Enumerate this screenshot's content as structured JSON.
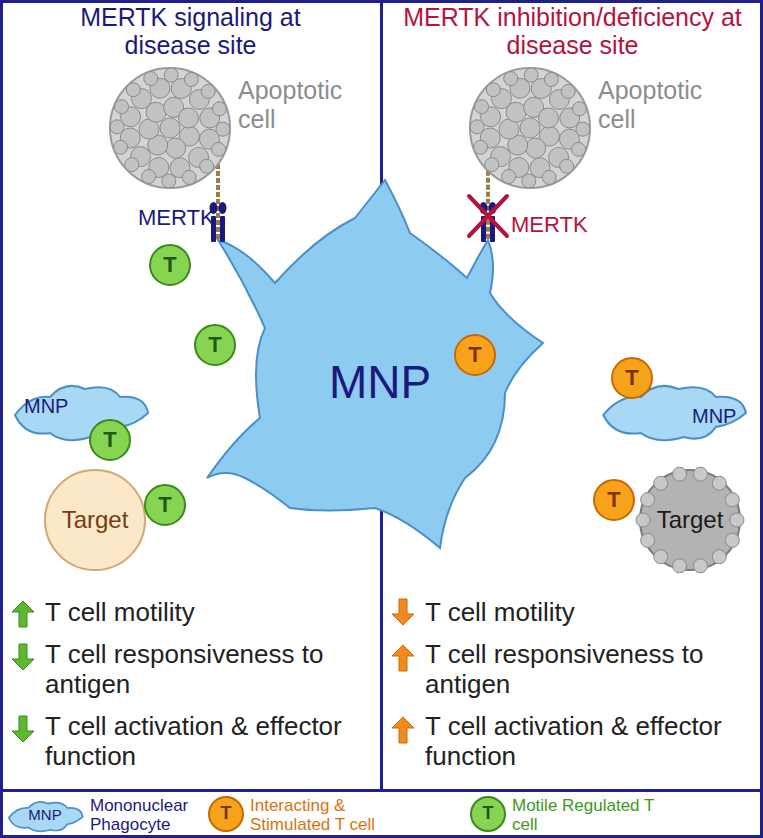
{
  "diagram": {
    "nodes": [
      {
        "text": [
          "MERTK signaling at disease site"
        ]
      },
      {
        "text": [
          "Apoptotic cell"
        ],
        "in": 0
      },
      {
        "text": [
          "MNP"
        ],
        "in": 0
      },
      {
        "text": [
          "T"
        ],
        "in": 0
      },
      {
        "text": [
          "T"
        ],
        "in": 0
      },
      {
        "text": [
          "T"
        ],
        "in": 0
      },
      {
        "text": [
          "Target"
        ],
        "in": 0
      },
      {
        "text": [
          "T"
        ],
        "in": 0
      },
      {
        "text": [
          "MNP"
        ]
      },
      {
        "text": [
          "MERTK inhibition/deficiency at disease site"
        ]
      },
      {
        "text": [
          "Apoptotic cell"
        ],
        "in": 9
      },
      {
        "text": [
          "T"
        ],
        "in": 9
      },
      {
        "text": [
          "MNP"
        ],
        "in": 9
      },
      {
        "text": [
          "T"
        ],
        "in": 9
      },
      {
        "text": [
          "Target"
        ],
        "in": 9
      },
      {
        "text": [
          "T"
        ],
        "in": 9
      }
    ],
    "edges": [
      {
        "from": 1,
        "to": 8,
        "arrow": "none"
      },
      {
        "from": 10,
        "to": 8,
        "arrow": "none"
      }
    ],
    "labels": [
      "MERTK",
      "T cell motility",
      "T cell responsiveness to antigen",
      "T cell activation & effector function",
      "MERTK",
      "T cell motility",
      "T cell responsiveness to antigen",
      "T cell activation & effector function",
      "MNP",
      "T",
      "T"
    ],
    "legend": [
      {
        "text": "Mononuclear Phagocyte"
      },
      {
        "text": "Interacting & Stimulated T cell"
      },
      {
        "text": "Motile Regulated T cell"
      }
    ]
  }
}
